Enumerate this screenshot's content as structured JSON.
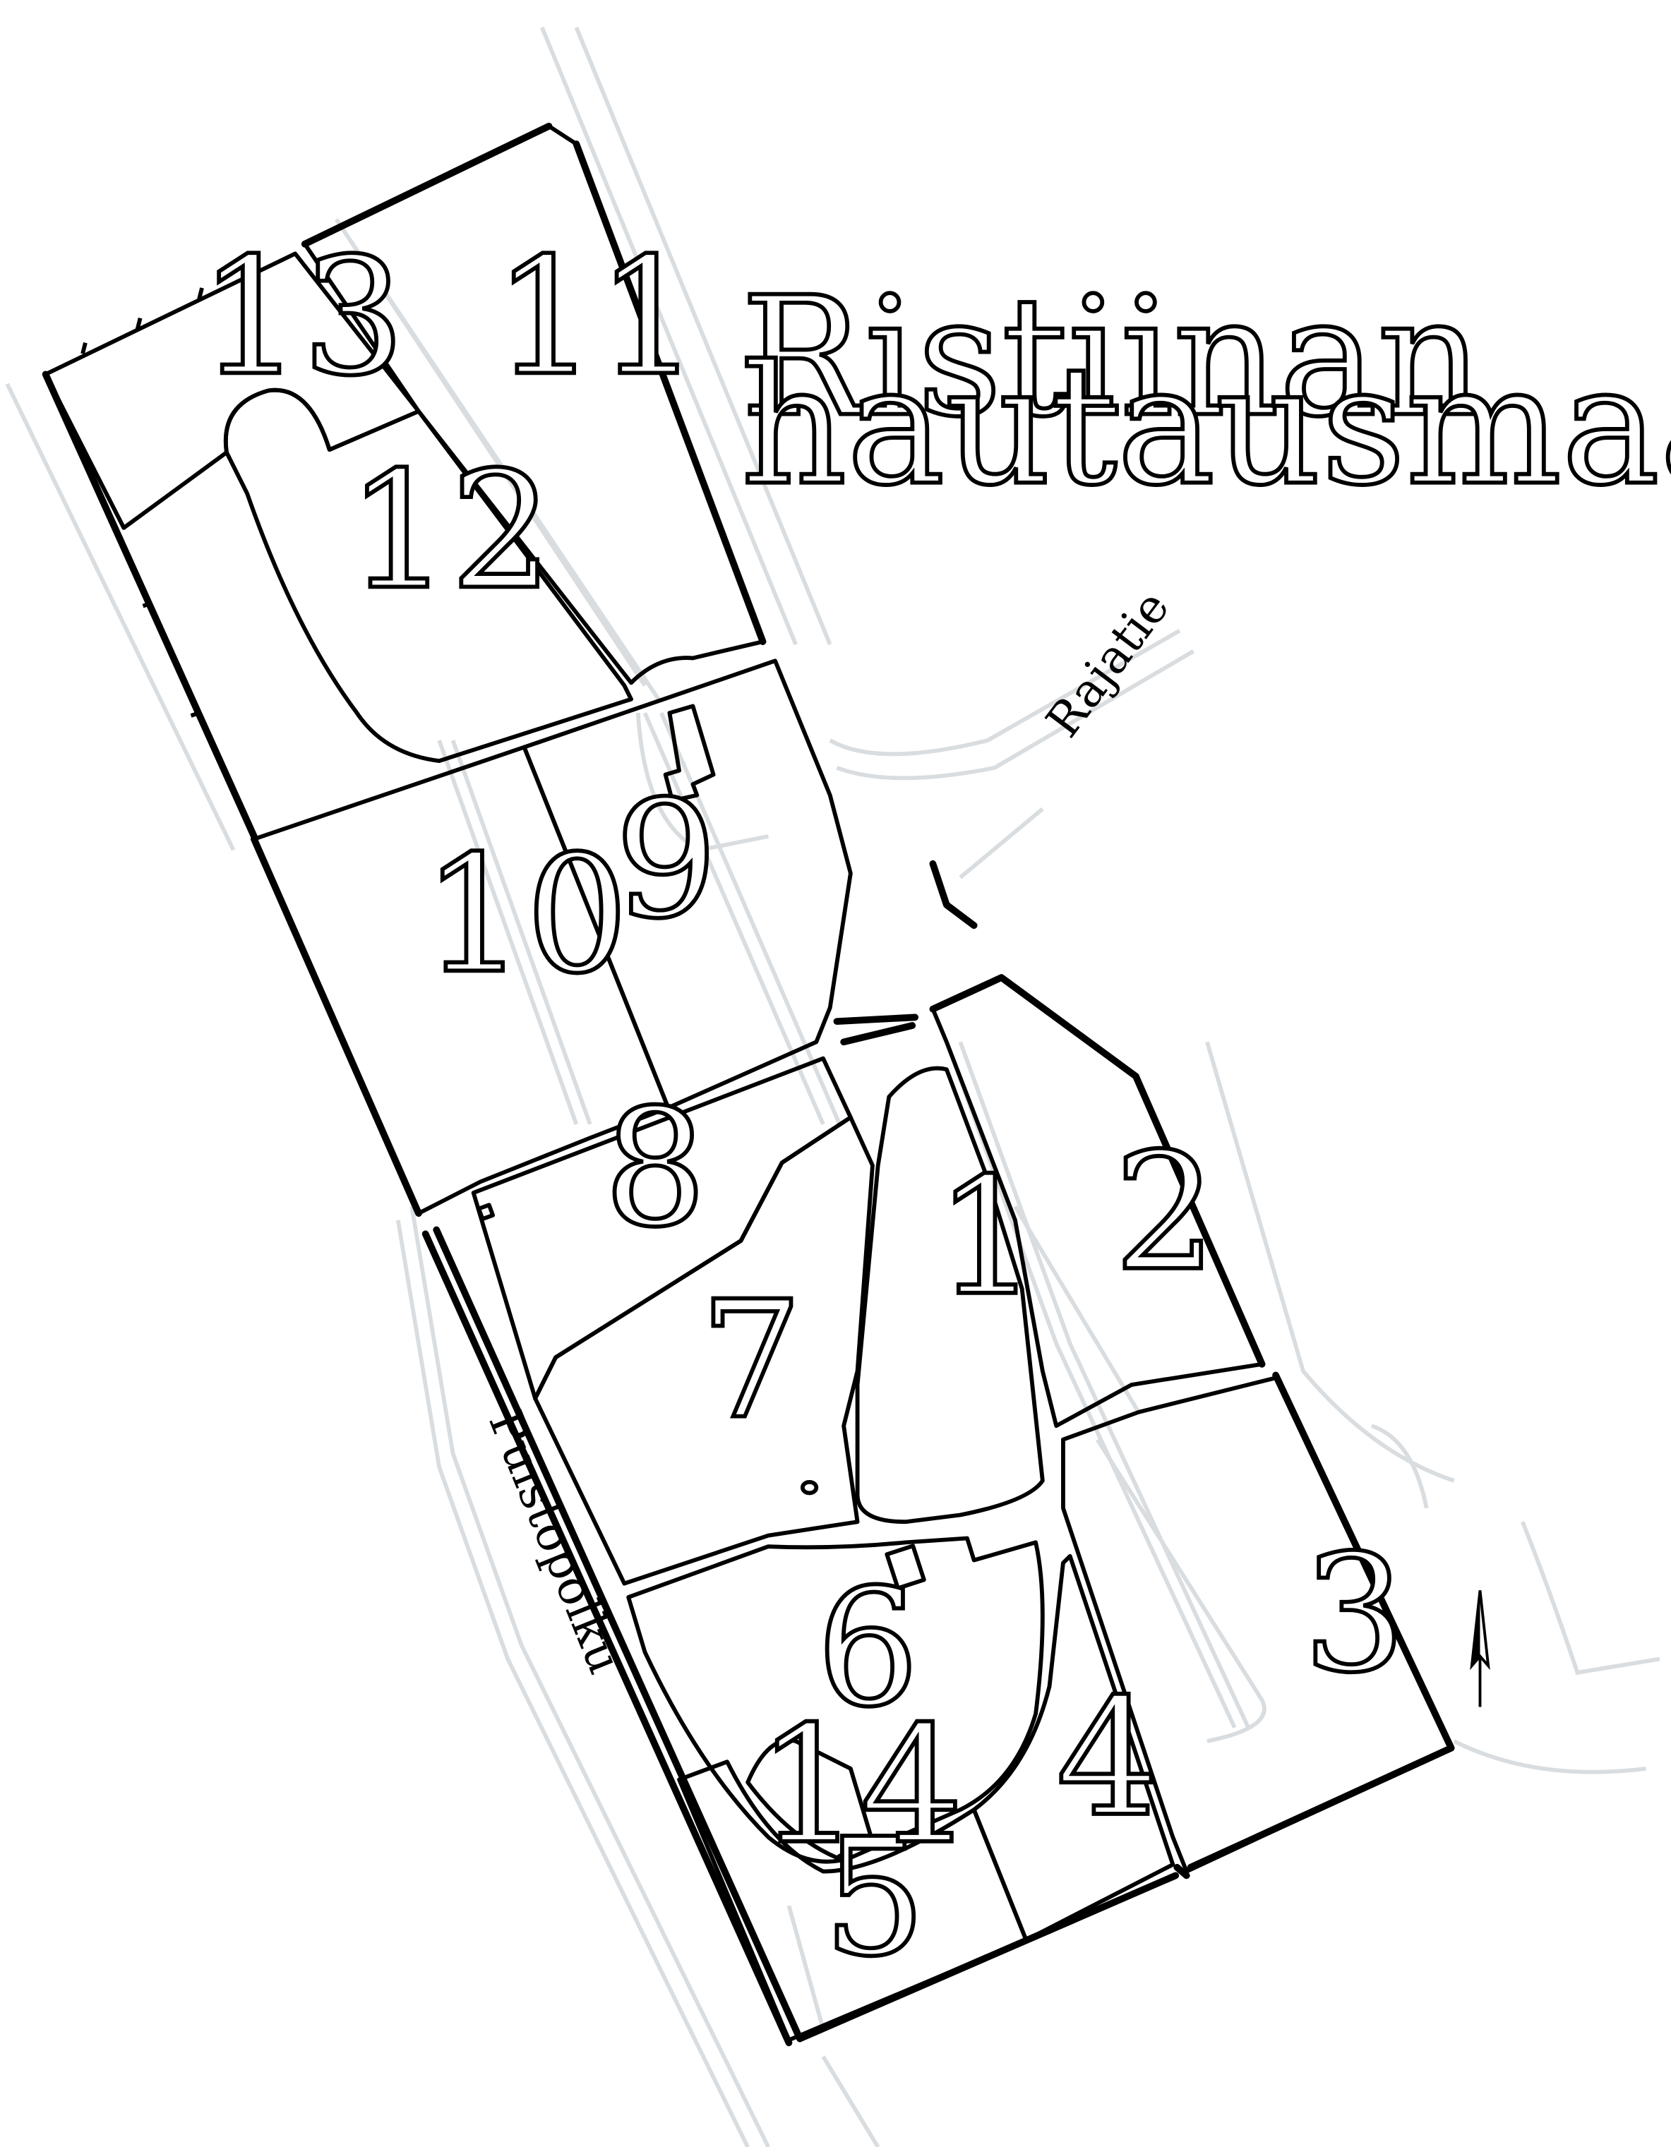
{
  "title": {
    "line1": "Ristiinan",
    "line2": "hautausmaa"
  },
  "streets": {
    "rajatie": "Rajatie",
    "puistopolku": "Puistopolku"
  },
  "sections": [
    {
      "id": "1",
      "label": "1"
    },
    {
      "id": "2",
      "label": "2"
    },
    {
      "id": "3",
      "label": "3"
    },
    {
      "id": "4",
      "label": "4"
    },
    {
      "id": "5",
      "label": "5"
    },
    {
      "id": "6",
      "label": "6"
    },
    {
      "id": "7",
      "label": "7"
    },
    {
      "id": "8",
      "label": "8"
    },
    {
      "id": "9",
      "label": "9"
    },
    {
      "id": "10",
      "label": "10"
    },
    {
      "id": "11",
      "label": "11"
    },
    {
      "id": "12",
      "label": "12"
    },
    {
      "id": "13",
      "label": "13"
    },
    {
      "id": "14",
      "label": "14"
    }
  ],
  "north_arrow": "north-arrow-icon"
}
